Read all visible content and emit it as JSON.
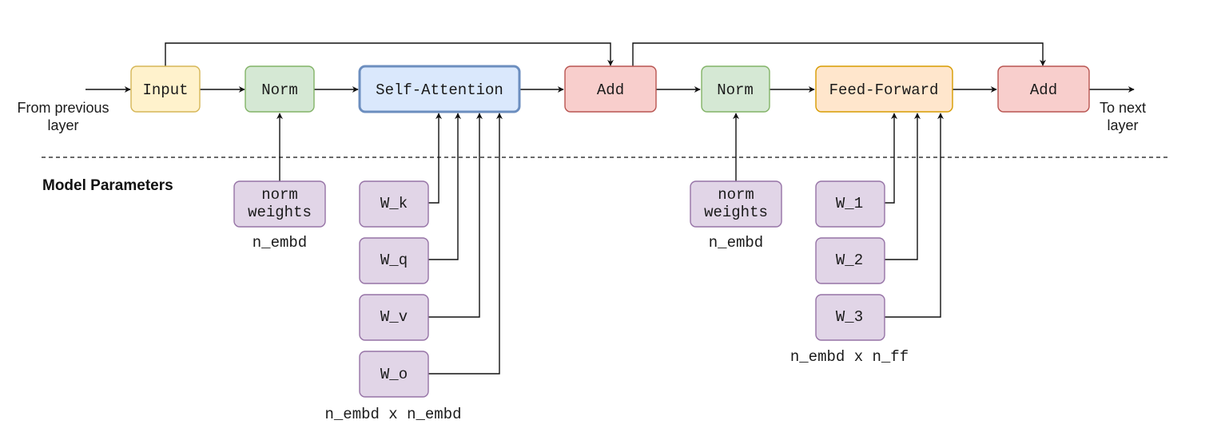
{
  "colors": {
    "input": {
      "fill": "#fff2cc",
      "stroke": "#d6b656"
    },
    "norm": {
      "fill": "#d5e8d4",
      "stroke": "#82b366"
    },
    "attention": {
      "fill": "#dae8fc",
      "stroke": "#6c8ebf"
    },
    "add": {
      "fill": "#f8cecc",
      "stroke": "#b85450"
    },
    "feedforward": {
      "fill": "#ffe6cc",
      "stroke": "#d79b00"
    },
    "param": {
      "fill": "#e1d5e7",
      "stroke": "#9673a6"
    }
  },
  "pipeline": {
    "input": "Input",
    "norm1": "Norm",
    "attention": "Self-Attention",
    "add1": "Add",
    "norm2": "Norm",
    "feedforward": "Feed-Forward",
    "add2": "Add"
  },
  "labels": {
    "from_previous": [
      "From previous",
      "layer"
    ],
    "to_next": [
      "To next",
      "layer"
    ],
    "model_parameters": "Model Parameters"
  },
  "params": {
    "norm_weights_1": [
      "norm",
      "weights"
    ],
    "norm_weights_2": [
      "norm",
      "weights"
    ],
    "w_k": "W_k",
    "w_q": "W_q",
    "w_v": "W_v",
    "w_o": "W_o",
    "w_1": "W_1",
    "w_2": "W_2",
    "w_3": "W_3"
  },
  "dims": {
    "norm1": "n_embd",
    "norm2": "n_embd",
    "attention": "n_embd x n_embd",
    "feedforward": "n_embd x n_ff"
  }
}
